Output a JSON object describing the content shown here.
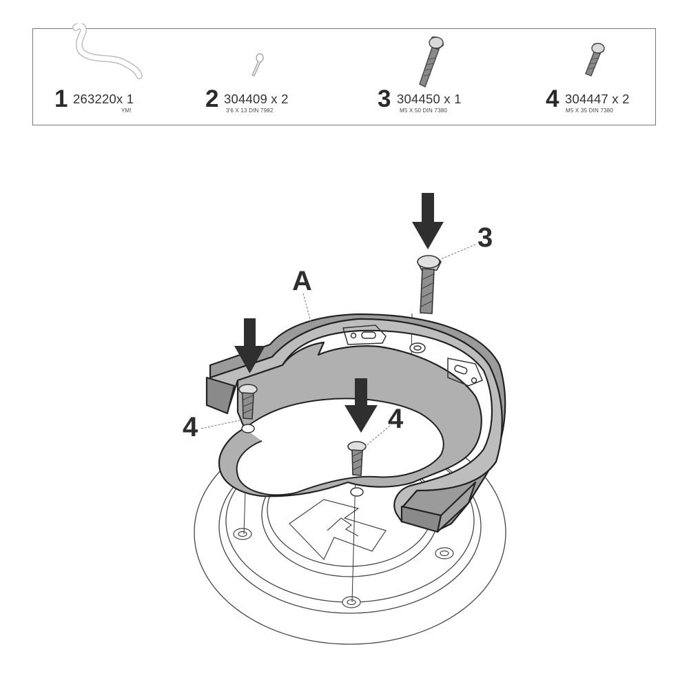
{
  "parts": [
    {
      "number": "1",
      "code": "263220x 1",
      "spec": "YM!",
      "icon": "hose-part-icon"
    },
    {
      "number": "2",
      "code": "304409 x 2",
      "spec": "3'6 X 13 DIN 7982",
      "icon": "small-screw-icon"
    },
    {
      "number": "3",
      "code": "304450 x 1",
      "spec": "M5 X 50 DIN 7380",
      "icon": "long-bolt-icon"
    },
    {
      "number": "4",
      "code": "304447 x 2",
      "spec": "M5 X 35 DIN 7380",
      "icon": "short-bolt-icon"
    }
  ],
  "callouts": {
    "ring": "A",
    "bolt_long": "3",
    "bolt_left": "4",
    "bolt_center": "4"
  },
  "colors": {
    "ring_fill": "#b7b7b7",
    "ring_dark": "#8e8e8e",
    "arrow": "#333333",
    "line": "#333333"
  }
}
